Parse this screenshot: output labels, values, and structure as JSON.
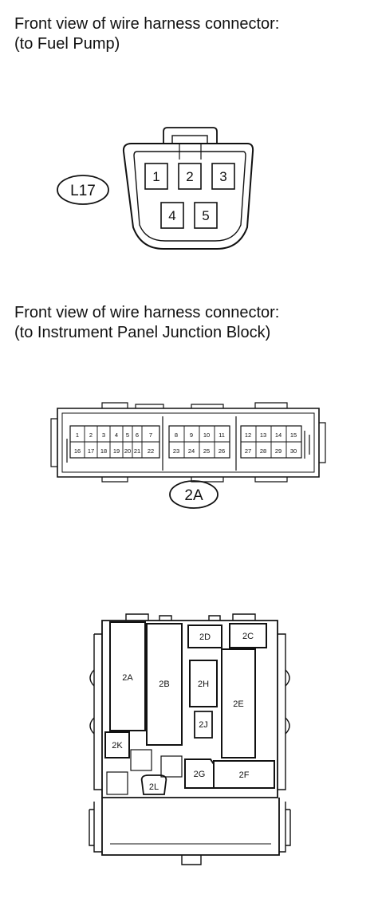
{
  "captions": {
    "fuel_pump": {
      "line1": "Front view of wire harness connector:",
      "line2": "(to Fuel Pump)"
    },
    "junction_block": {
      "line1": "Front view of wire harness connector:",
      "line2": "(to Instrument Panel Junction Block)"
    }
  },
  "connector_l17": {
    "code": "L17",
    "pins": [
      "1",
      "2",
      "3",
      "4",
      "5"
    ]
  },
  "connector_2a": {
    "code": "2A",
    "pins_top_left": [
      "1",
      "2",
      "3",
      "4",
      "5",
      "6",
      "7"
    ],
    "pins_bottom_left": [
      "16",
      "17",
      "18",
      "19",
      "20",
      "21",
      "22"
    ],
    "pins_top_mid": [
      "8",
      "9",
      "10",
      "11"
    ],
    "pins_bottom_mid": [
      "23",
      "24",
      "25",
      "26"
    ],
    "pins_top_right": [
      "12",
      "13",
      "14",
      "15"
    ],
    "pins_bottom_right": [
      "27",
      "28",
      "29",
      "30"
    ]
  },
  "junction_block": {
    "sockets": {
      "2A": "2A",
      "2B": "2B",
      "2C": "2C",
      "2D": "2D",
      "2E": "2E",
      "2F": "2F",
      "2G": "2G",
      "2H": "2H",
      "2J": "2J",
      "2K": "2K",
      "2L": "2L"
    }
  }
}
